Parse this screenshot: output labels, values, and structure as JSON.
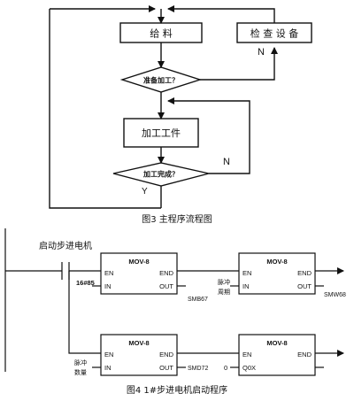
{
  "flowchart": {
    "box_feed": "给 料",
    "box_check": "检 查 设 备",
    "decision_ready": "准备加工？",
    "box_process": "加工工件",
    "decision_done": "加工完成？",
    "label_no_1": "N",
    "label_no_2": "N",
    "label_yes": "Y",
    "caption": "图3 主程序流程图"
  },
  "ladder": {
    "contact_label": "启动步进电机",
    "block_title": "MOV-8",
    "pin_en": "EN",
    "pin_end": "END",
    "pin_in": "IN",
    "pin_out": "OUT",
    "in_const": "16#85",
    "out_smb67": "SMB67",
    "in_pulse_period_1": "脉冲",
    "in_pulse_period_2": "周期",
    "out_smw68": "SMW68",
    "in_pulse_count_1": "脉冲",
    "in_pulse_count_2": "数量",
    "out_smd72": "SMD72",
    "in_zero": "0",
    "q_out": "Q0X",
    "caption": "图4 1#步进电机启动程序"
  }
}
